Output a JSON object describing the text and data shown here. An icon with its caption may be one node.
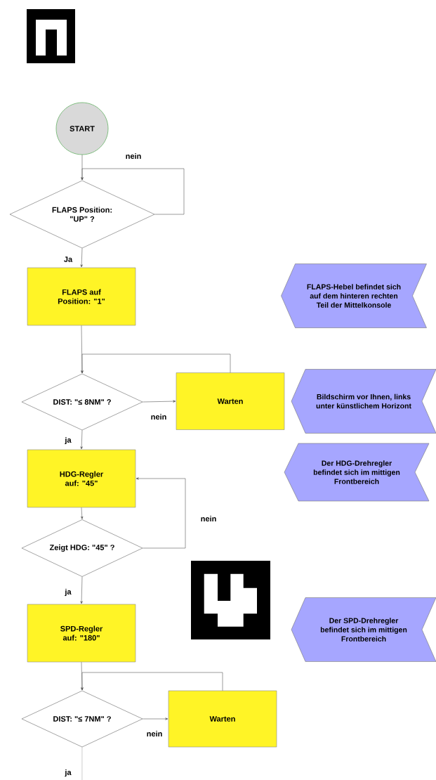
{
  "diagram": {
    "nodes": [
      {
        "text": [
          "START"
        ]
      },
      {
        "text": [
          "FLAPS Position: \"UP\" ?"
        ]
      },
      {
        "text": [
          "FLAPS auf Position: \"1\""
        ]
      },
      {
        "text": [
          "FLAPS-Hebel befindet sich auf dem hinteren rechten Teil der Mittelkonsole"
        ]
      },
      {
        "text": [
          "DIST: \"≤ 8NM\" ?"
        ]
      },
      {
        "text": [
          "Warten"
        ]
      },
      {
        "text": [
          "Bildschirm vor Ihnen, links unter künstlichem Horizont"
        ]
      },
      {
        "text": [
          "HDG-Regler auf: \"45\""
        ]
      },
      {
        "text": [
          "Der HDG-Drehregler befindet sich im mittigen Frontbereich"
        ]
      },
      {
        "text": [
          "Zeigt HDG: \"45\" ?"
        ]
      },
      {
        "text": [
          "SPD-Regler auf: \"180\""
        ]
      },
      {
        "text": [
          "Der SPD-Drehregler befindet sich im mittigen Frontbereich"
        ]
      },
      {
        "text": [
          "DIST: \"≤ 7NM\" ?"
        ]
      },
      {
        "text": [
          "Warten"
        ]
      }
    ],
    "edges": [
      {
        "from": 0,
        "to": 1,
        "arrow": "to"
      },
      {
        "from": 1,
        "to": 1,
        "arrow": "to",
        "label": "nein"
      },
      {
        "from": 1,
        "to": 2,
        "arrow": "to",
        "label": "Ja"
      },
      {
        "from": 2,
        "to": 4,
        "arrow": "to"
      },
      {
        "from": 4,
        "to": 5,
        "arrow": "to",
        "label": "nein"
      },
      {
        "from": 5,
        "to": 4,
        "arrow": "to"
      },
      {
        "from": 4,
        "to": 7,
        "arrow": "to",
        "label": "ja"
      },
      {
        "from": 7,
        "to": 9,
        "arrow": "to"
      },
      {
        "from": 9,
        "to": 7,
        "arrow": "to",
        "label": "nein"
      },
      {
        "from": 9,
        "to": 10,
        "arrow": "to",
        "label": "ja"
      },
      {
        "from": 10,
        "to": 12,
        "arrow": "to"
      },
      {
        "from": 12,
        "to": 13,
        "arrow": "to",
        "label": "nein"
      },
      {
        "from": 13,
        "to": 12,
        "arrow": "to"
      },
      {
        "from": 12,
        "to": null,
        "arrow": "none",
        "label": "ja"
      }
    ]
  }
}
